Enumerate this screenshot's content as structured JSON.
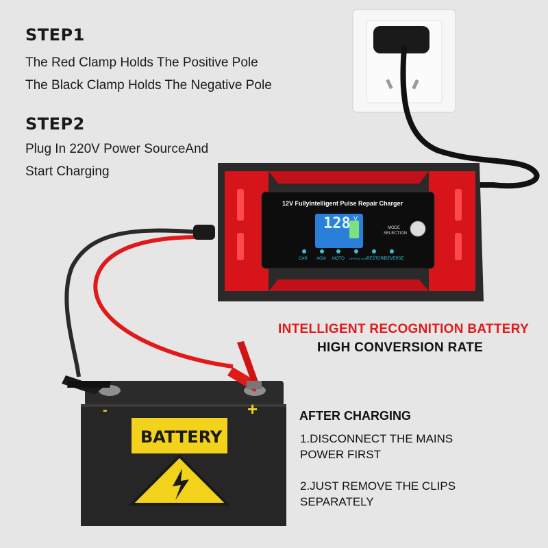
{
  "step1": {
    "title": "STEP1",
    "line1": "The Red Clamp Holds The Positive Pole",
    "line2": "The Black Clamp Holds The Negative Pole"
  },
  "step2": {
    "title": "STEP2",
    "line1": "Plug In 220V Power SourceAnd",
    "line2": "Start Charging"
  },
  "charger": {
    "title": "12V FullyIntelligent Pulse Repair Charger",
    "display_value": "128",
    "display_unit": "V",
    "mode_label_1": "MODE",
    "mode_label_2": "SELECTION",
    "modes": [
      "CAR",
      "AGM",
      "MOTO",
      "LiFePO4 14.6V",
      "RESTORE",
      "REVERSE"
    ]
  },
  "features": {
    "line1": "INTELLIGENT RECOGNITION BATTERY",
    "line2": "HIGH CONVERSION RATE"
  },
  "battery": {
    "label": "BATTERY",
    "minus": "-",
    "plus": "+"
  },
  "after_charging": {
    "title": "AFTER CHARGING",
    "item1_line1": "1.DISCONNECT THE MAINS",
    "item1_line2": "POWER FIRST",
    "item2_line1": "2.JUST REMOVE THE CLIPS",
    "item2_line2": "SEPARATELY"
  },
  "colors": {
    "accent_red": "#e01a1a",
    "charger_red": "#d8141b",
    "warning_yellow": "#f2d21a",
    "lcd_blue": "#2a7fd8"
  }
}
